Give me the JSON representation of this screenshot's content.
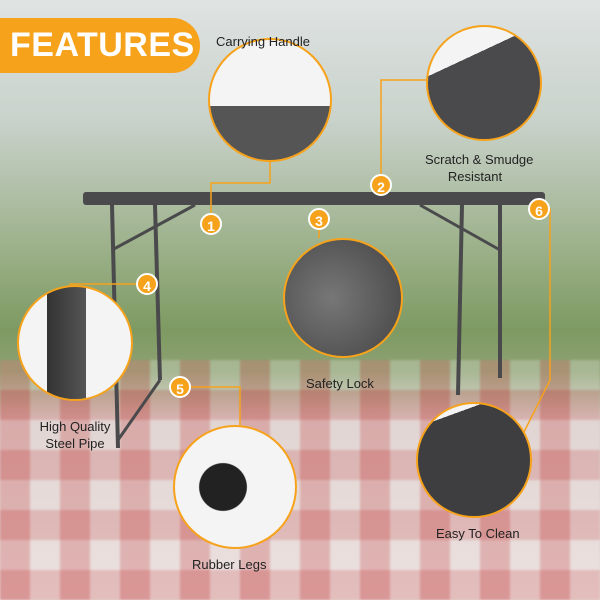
{
  "banner": {
    "title": "FEATURES"
  },
  "features": [
    {
      "num": "1",
      "label": "Carrying Handle"
    },
    {
      "num": "2",
      "label_line1": "Scratch & Smudge",
      "label_line2": "Resistant"
    },
    {
      "num": "3",
      "label": "Safety Lock"
    },
    {
      "num": "4",
      "label_line1": "High Quality",
      "label_line2": "Steel Pipe"
    },
    {
      "num": "5",
      "label": "Rubber Legs"
    },
    {
      "num": "6",
      "label": "Easy To Clean"
    }
  ],
  "colors": {
    "accent": "#f7a21b",
    "table": "#4a4a4c"
  }
}
